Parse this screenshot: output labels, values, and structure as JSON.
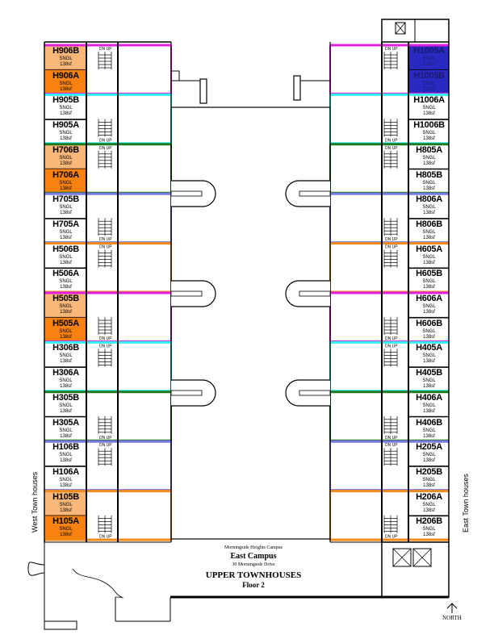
{
  "plan": {
    "title": "UPPER TOWNHOUSES",
    "floor": "Floor 2",
    "campus_line": "Morningside Heights Campus",
    "campus_name": "East Campus",
    "address": "30 Morningside Drive",
    "west_label": "West Town houses",
    "east_label": "East Town houses",
    "north_label": "NORTH",
    "stair_up": "UP",
    "stair_down": "DN"
  },
  "colors": {
    "orange_light": "#f9b87a",
    "orange_dark": "#f7820f",
    "blue": "#2a2ac2",
    "magenta": "#e020e0",
    "cyan": "#30f0f0",
    "green": "#1f7a1f",
    "purple": "#7878e8",
    "orange_line": "#f08a1a"
  },
  "west_rooms": [
    {
      "id": "H906B",
      "type": "SNGL",
      "size": "138sf",
      "fill": "orange_light"
    },
    {
      "id": "H906A",
      "type": "SNGL",
      "size": "138sf",
      "fill": "orange_dark"
    },
    {
      "id": "H905B",
      "type": "SNGL",
      "size": "138sf",
      "fill": "none"
    },
    {
      "id": "H905A",
      "type": "SNGL",
      "size": "138sf",
      "fill": "none"
    },
    {
      "id": "H706B",
      "type": "SNGL",
      "size": "138sf",
      "fill": "orange_light"
    },
    {
      "id": "H706A",
      "type": "SNGL",
      "size": "138sf",
      "fill": "orange_dark"
    },
    {
      "id": "H705B",
      "type": "SNGL",
      "size": "138sf",
      "fill": "none"
    },
    {
      "id": "H705A",
      "type": "SNGL",
      "size": "138sf",
      "fill": "none"
    },
    {
      "id": "H506B",
      "type": "SNGL",
      "size": "138sf",
      "fill": "none"
    },
    {
      "id": "H506A",
      "type": "SNGL",
      "size": "138sf",
      "fill": "none"
    },
    {
      "id": "H505B",
      "type": "SNGL",
      "size": "138sf",
      "fill": "orange_light"
    },
    {
      "id": "H505A",
      "type": "SNGL",
      "size": "138sf",
      "fill": "orange_dark"
    },
    {
      "id": "H306B",
      "type": "SNGL",
      "size": "138sf",
      "fill": "none"
    },
    {
      "id": "H306A",
      "type": "SNGL",
      "size": "138sf",
      "fill": "none"
    },
    {
      "id": "H305B",
      "type": "SNGL",
      "size": "138sf",
      "fill": "none"
    },
    {
      "id": "H305A",
      "type": "SNGL",
      "size": "138sf",
      "fill": "none"
    },
    {
      "id": "H106B",
      "type": "SNGL",
      "size": "138sf",
      "fill": "none"
    },
    {
      "id": "H106A",
      "type": "SNGL",
      "size": "138sf",
      "fill": "none"
    },
    {
      "id": "H105B",
      "type": "SNGL",
      "size": "138sf",
      "fill": "orange_light"
    },
    {
      "id": "H105A",
      "type": "SNGL",
      "size": "138sf",
      "fill": "orange_dark"
    }
  ],
  "east_rooms": [
    {
      "id": "H1005A",
      "type": "SNGL",
      "size": "138sf",
      "fill": "blue"
    },
    {
      "id": "H1005B",
      "type": "SNGL",
      "size": "138sf",
      "fill": "blue"
    },
    {
      "id": "H1006A",
      "type": "SNGL",
      "size": "138sf",
      "fill": "none"
    },
    {
      "id": "H1006B",
      "type": "SNGL",
      "size": "138sf",
      "fill": "none"
    },
    {
      "id": "H805A",
      "type": "SNGL",
      "size": "138sf",
      "fill": "none"
    },
    {
      "id": "H805B",
      "type": "SNGL",
      "size": "138sf",
      "fill": "none"
    },
    {
      "id": "H806A",
      "type": "SNGL",
      "size": "138sf",
      "fill": "none"
    },
    {
      "id": "H806B",
      "type": "SNGL",
      "size": "138sf",
      "fill": "none"
    },
    {
      "id": "H605A",
      "type": "SNGL",
      "size": "138sf",
      "fill": "none"
    },
    {
      "id": "H605B",
      "type": "SNGL",
      "size": "138sf",
      "fill": "none"
    },
    {
      "id": "H606A",
      "type": "SNGL",
      "size": "138sf",
      "fill": "none"
    },
    {
      "id": "H606B",
      "type": "SNGL",
      "size": "138sf",
      "fill": "none"
    },
    {
      "id": "H405A",
      "type": "SNGL",
      "size": "138sf",
      "fill": "none"
    },
    {
      "id": "H405B",
      "type": "SNGL",
      "size": "138sf",
      "fill": "none"
    },
    {
      "id": "H406A",
      "type": "SNGL",
      "size": "138sf",
      "fill": "none"
    },
    {
      "id": "H406B",
      "type": "SNGL",
      "size": "138sf",
      "fill": "none"
    },
    {
      "id": "H205A",
      "type": "SNGL",
      "size": "138sf",
      "fill": "none"
    },
    {
      "id": "H205B",
      "type": "SNGL",
      "size": "138sf",
      "fill": "none"
    },
    {
      "id": "H206A",
      "type": "SNGL",
      "size": "138sf",
      "fill": "none"
    },
    {
      "id": "H206B",
      "type": "SNGL",
      "size": "138sf",
      "fill": "none"
    }
  ],
  "unit_line_colors": {
    "west": [
      "magenta",
      "cyan",
      "green",
      "purple",
      "orange_line",
      "magenta",
      "cyan",
      "green",
      "purple",
      "orange_line"
    ],
    "east": [
      "magenta",
      "cyan",
      "green",
      "purple",
      "orange_line",
      "magenta",
      "cyan",
      "green",
      "purple",
      "orange_line"
    ]
  }
}
